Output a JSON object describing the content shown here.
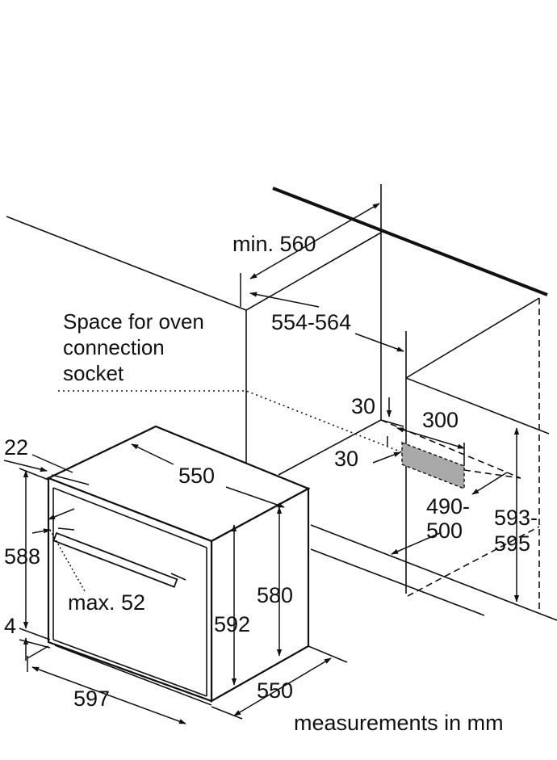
{
  "labels": {
    "min_width": "min. 560",
    "niche_width": "554-564",
    "socket_note_line1": "Space for oven",
    "socket_note_line2": "connection",
    "socket_note_line3": "socket",
    "socket_offset_top": "30",
    "socket_offset_side": "30",
    "socket_width": "300",
    "socket_depth": "490-",
    "socket_depth_2": "500",
    "niche_height": "593-",
    "niche_height_2": "595",
    "front_overhang": "22",
    "oven_depth_top": "550",
    "front_height": "588",
    "bottom_gap": "4",
    "handle_max": "max. 52",
    "body_height": "580",
    "front_panel_height": "592",
    "oven_width": "597",
    "oven_depth_bottom": "550",
    "units": "measurements in mm"
  },
  "colors": {
    "line": "#111111",
    "socket_fill": "#a9a9a9"
  }
}
